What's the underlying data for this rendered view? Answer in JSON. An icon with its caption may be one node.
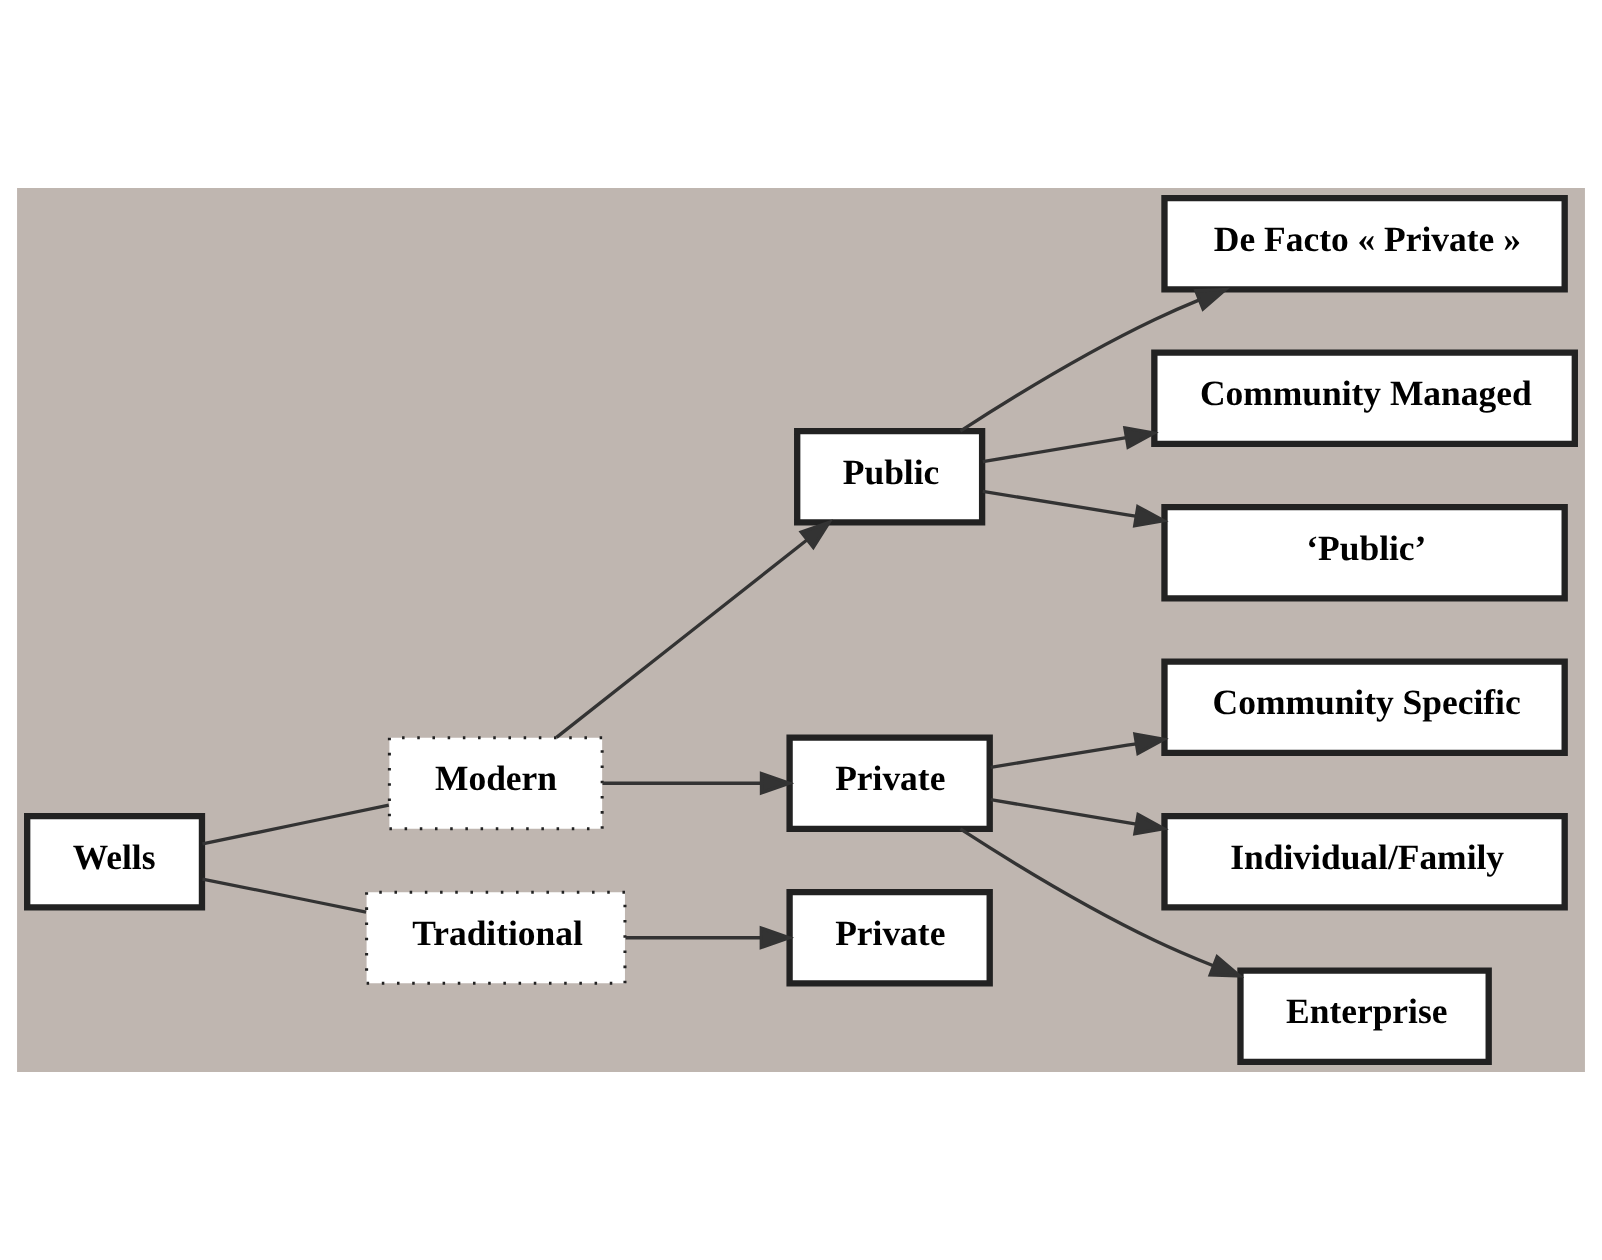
{
  "diagram": {
    "nodes": [
      {
        "text": [
          "Wells"
        ]
      },
      {
        "text": [
          "Modern"
        ]
      },
      {
        "text": [
          "Traditional"
        ]
      },
      {
        "text": [
          "Public"
        ]
      },
      {
        "text": [
          "Private"
        ]
      },
      {
        "text": [
          "De Facto « Private »"
        ]
      },
      {
        "text": [
          "Community Managed"
        ]
      },
      {
        "text": [
          "‘Public’"
        ]
      },
      {
        "text": [
          "Community Specific"
        ]
      },
      {
        "text": [
          "Individual/Family"
        ]
      },
      {
        "text": [
          "Enterprise"
        ]
      },
      {
        "text": [
          "Private"
        ]
      }
    ],
    "edges": [
      {
        "from": 0,
        "to": 1,
        "arrow": "none"
      },
      {
        "from": 0,
        "to": 2,
        "arrow": "none"
      },
      {
        "from": 1,
        "to": 3,
        "arrow": "to"
      },
      {
        "from": 1,
        "to": 4,
        "arrow": "to"
      },
      {
        "from": 3,
        "to": 5,
        "arrow": "to"
      },
      {
        "from": 3,
        "to": 6,
        "arrow": "to"
      },
      {
        "from": 3,
        "to": 7,
        "arrow": "to"
      },
      {
        "from": 4,
        "to": 8,
        "arrow": "to"
      },
      {
        "from": 4,
        "to": 9,
        "arrow": "to"
      },
      {
        "from": 4,
        "to": 10,
        "arrow": "to"
      },
      {
        "from": 2,
        "to": 11,
        "arrow": "to"
      }
    ]
  }
}
